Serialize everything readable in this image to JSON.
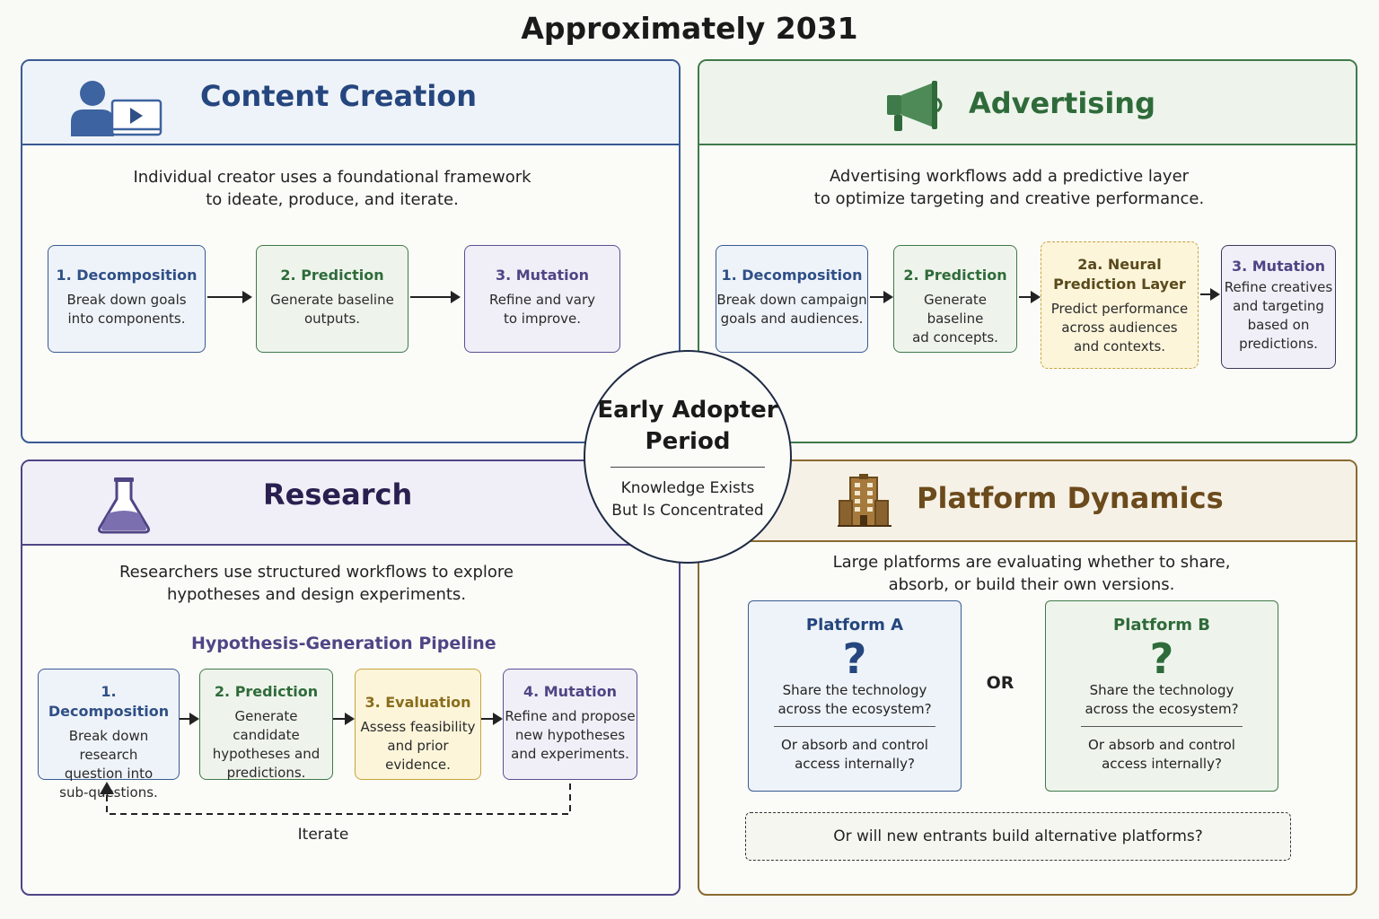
{
  "title": "Approximately 2031",
  "content_creation": {
    "title": "Content Creation",
    "description_line1": "Individual creator uses a foundational framework",
    "description_line2": "to ideate, produce, and iterate.",
    "steps": [
      {
        "title": "1. Decomposition",
        "line1": "Break down goals",
        "line2": "into components."
      },
      {
        "title": "2. Prediction",
        "line1": "Generate baseline",
        "line2": "outputs."
      },
      {
        "title": "3. Mutation",
        "line1": "Refine and vary",
        "line2": "to improve."
      }
    ]
  },
  "advertising": {
    "title": "Advertising",
    "description_line1": "Advertising workflows add a predictive layer",
    "description_line2": "to optimize targeting and creative performance.",
    "steps": [
      {
        "title": "1. Decomposition",
        "line1": "Break down campaign",
        "line2": "goals and audiences."
      },
      {
        "title": "2. Prediction",
        "line1": "Generate baseline",
        "line2": "ad concepts."
      },
      {
        "title_line1": "2a. Neural",
        "title_line2": "Prediction Layer",
        "line1": "Predict performance",
        "line2": "across audiences",
        "line3": "and contexts."
      },
      {
        "title": "3. Mutation",
        "line1": "Refine creatives",
        "line2": "and targeting",
        "line3": "based on",
        "line4": "predictions."
      }
    ]
  },
  "center": {
    "title_line1": "Early Adopter",
    "title_line2": "Period",
    "sub_line1": "Knowledge Exists",
    "sub_line2": "But Is Concentrated"
  },
  "research": {
    "title": "Research",
    "description_line1": "Researchers use structured workflows to explore",
    "description_line2": "hypotheses and design experiments.",
    "pipeline_title": "Hypothesis-Generation Pipeline",
    "steps": [
      {
        "title": "1. Decomposition",
        "line1": "Break down research",
        "line2": "question into",
        "line3": "sub-questions."
      },
      {
        "title": "2. Prediction",
        "line1": "Generate candidate",
        "line2": "hypotheses and",
        "line3": "predictions."
      },
      {
        "title": "3. Evaluation",
        "line1": "Assess feasibility",
        "line2": "and prior evidence."
      },
      {
        "title": "4. Mutation",
        "line1": "Refine and propose",
        "line2": "new hypotheses",
        "line3": "and experiments."
      }
    ],
    "loop_label": "Iterate"
  },
  "platform": {
    "title": "Platform Dynamics",
    "description_line1": "Large platforms are evaluating whether to share,",
    "description_line2": "absorb, or build their own versions.",
    "platform_a": {
      "title": "Platform A",
      "mark": "?",
      "q1_line1": "Share the technology",
      "q1_line2": "across the ecosystem?",
      "q2_line1": "Or absorb and control",
      "q2_line2": "access internally?"
    },
    "or_label": "OR",
    "platform_b": {
      "title": "Platform B",
      "mark": "?",
      "q1_line1": "Share the technology",
      "q1_line2": "across the ecosystem?",
      "q2_line1": "Or absorb and control",
      "q2_line2": "access internally?"
    },
    "alternative": "Or will new entrants build alternative platforms?"
  },
  "colors": {
    "blue": "#2f4f86",
    "green": "#2f6b3a",
    "purple": "#4f4585",
    "brown": "#7a5a26",
    "yellow": "#a88a2c"
  }
}
